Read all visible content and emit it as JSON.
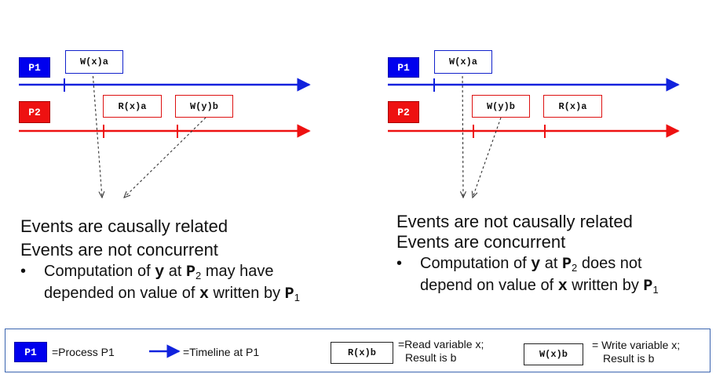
{
  "left_panel": {
    "p1_tag": "P1",
    "p2_tag": "P2",
    "event_p1": "W(x)a",
    "event_p2_first": "R(x)a",
    "event_p2_second": "W(y)b",
    "line1": "Events are causally related",
    "line2": "Events are not concurrent",
    "bullet_prefix": "Computation of ",
    "bullet_var_y": "y",
    "bullet_at": " at ",
    "bullet_proc": "P",
    "bullet_proc_sub": "2",
    "bullet_mid": " may have",
    "bullet_line2_prefix": "depended on value of ",
    "bullet_var_x": "x",
    "bullet_line2_mid": " written by ",
    "bullet_proc2": "P",
    "bullet_proc2_sub": "1"
  },
  "right_panel": {
    "p1_tag": "P1",
    "p2_tag": "P2",
    "event_p1": "W(x)a",
    "event_p2_first": "W(y)b",
    "event_p2_second": "R(x)a",
    "line1": "Events are not causally related",
    "line2": "Events are concurrent",
    "bullet_prefix": "Computation of ",
    "bullet_var_y": "y",
    "bullet_at": " at ",
    "bullet_proc": "P",
    "bullet_proc_sub": "2",
    "bullet_mid": " does not",
    "bullet_line2_prefix": "depend on value of ",
    "bullet_var_x": "x",
    "bullet_line2_mid": " written by ",
    "bullet_proc2": "P",
    "bullet_proc2_sub": "1"
  },
  "bullet_symbol": "•",
  "legend": {
    "p1_tag": "P1",
    "process_text": "=Process P1",
    "timeline_text": "=Timeline at P1",
    "read_box": "R(x)b",
    "read_text_1": "=Read variable x;",
    "read_text_2": "Result is b",
    "write_box": "W(x)b",
    "write_text_1": "= Write variable x;",
    "write_text_2": "Result is b"
  },
  "colors": {
    "blue": "#1122dd",
    "red": "#ee1111",
    "legend_border": "#3a64b0"
  }
}
